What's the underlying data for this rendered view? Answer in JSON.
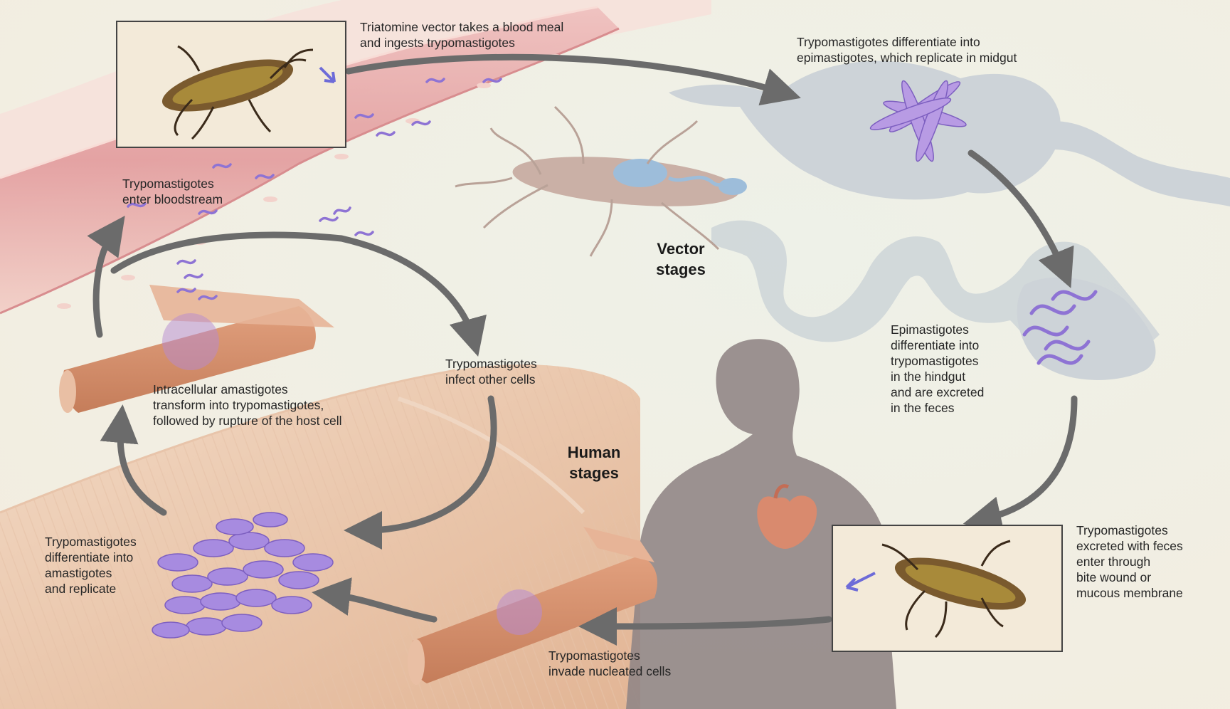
{
  "stages": {
    "vector": [
      "Vector",
      "stages"
    ],
    "human": [
      "Human",
      "stages"
    ]
  },
  "steps": [
    {
      "id": "blood-meal",
      "lines": [
        "Triatomine vector takes a blood meal",
        "and ingests trypomastigotes"
      ]
    },
    {
      "id": "midgut",
      "lines": [
        "Trypomastigotes differentiate into",
        "epimastigotes, which replicate in midgut"
      ]
    },
    {
      "id": "hindgut",
      "lines": [
        "Epimastigotes",
        "differentiate into",
        "trypomastigotes",
        "in the hindgut",
        "and are excreted",
        "in the feces"
      ]
    },
    {
      "id": "feces-entry",
      "lines": [
        "Trypomastigotes",
        "excreted with feces",
        "enter through",
        "bite wound or",
        "mucous membrane"
      ]
    },
    {
      "id": "invade",
      "lines": [
        "Trypomastigotes",
        "invade nucleated cells"
      ]
    },
    {
      "id": "amastigotes",
      "lines": [
        "Trypomastigotes",
        "differentiate into",
        "amastigotes",
        "and replicate"
      ]
    },
    {
      "id": "rupture",
      "lines": [
        "Intracellular amastigotes",
        "transform into trypomastigotes,",
        "followed by rupture of the host cell"
      ]
    },
    {
      "id": "infect-others",
      "lines": [
        "Trypomastigotes",
        "infect other cells"
      ]
    },
    {
      "id": "bloodstream",
      "lines": [
        "Trypomastigotes",
        "enter bloodstream"
      ]
    }
  ],
  "colors": {
    "arrow": "#6b6b6b",
    "vessel": "#e3a9ab",
    "gut": "#c7cfd4",
    "parasite": "#9c7fd6",
    "muscle": "#d7a27a",
    "silhouette": "#8f8484"
  },
  "icons": [
    "triatomine-bug-icon",
    "heart-icon",
    "human-silhouette-icon"
  ]
}
